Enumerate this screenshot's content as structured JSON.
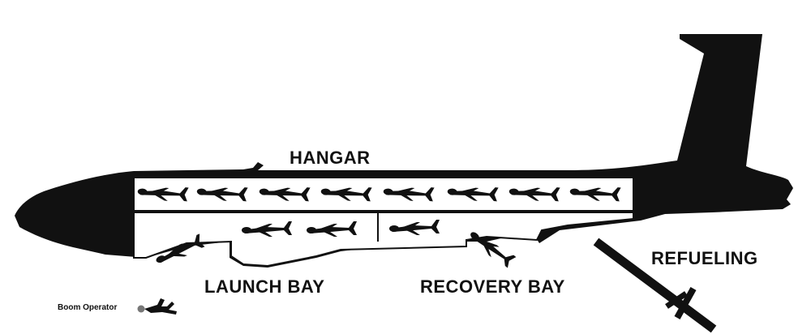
{
  "labels": {
    "hangar": "HANGAR",
    "launch_bay": "LAUNCH BAY",
    "recovery_bay": "RECOVERY BAY",
    "refueling": "REFUELING",
    "boom_operator": "Boom Operator"
  },
  "colors": {
    "silhouette": "#111111",
    "background": "#ffffff",
    "operator_head": "#777777"
  }
}
